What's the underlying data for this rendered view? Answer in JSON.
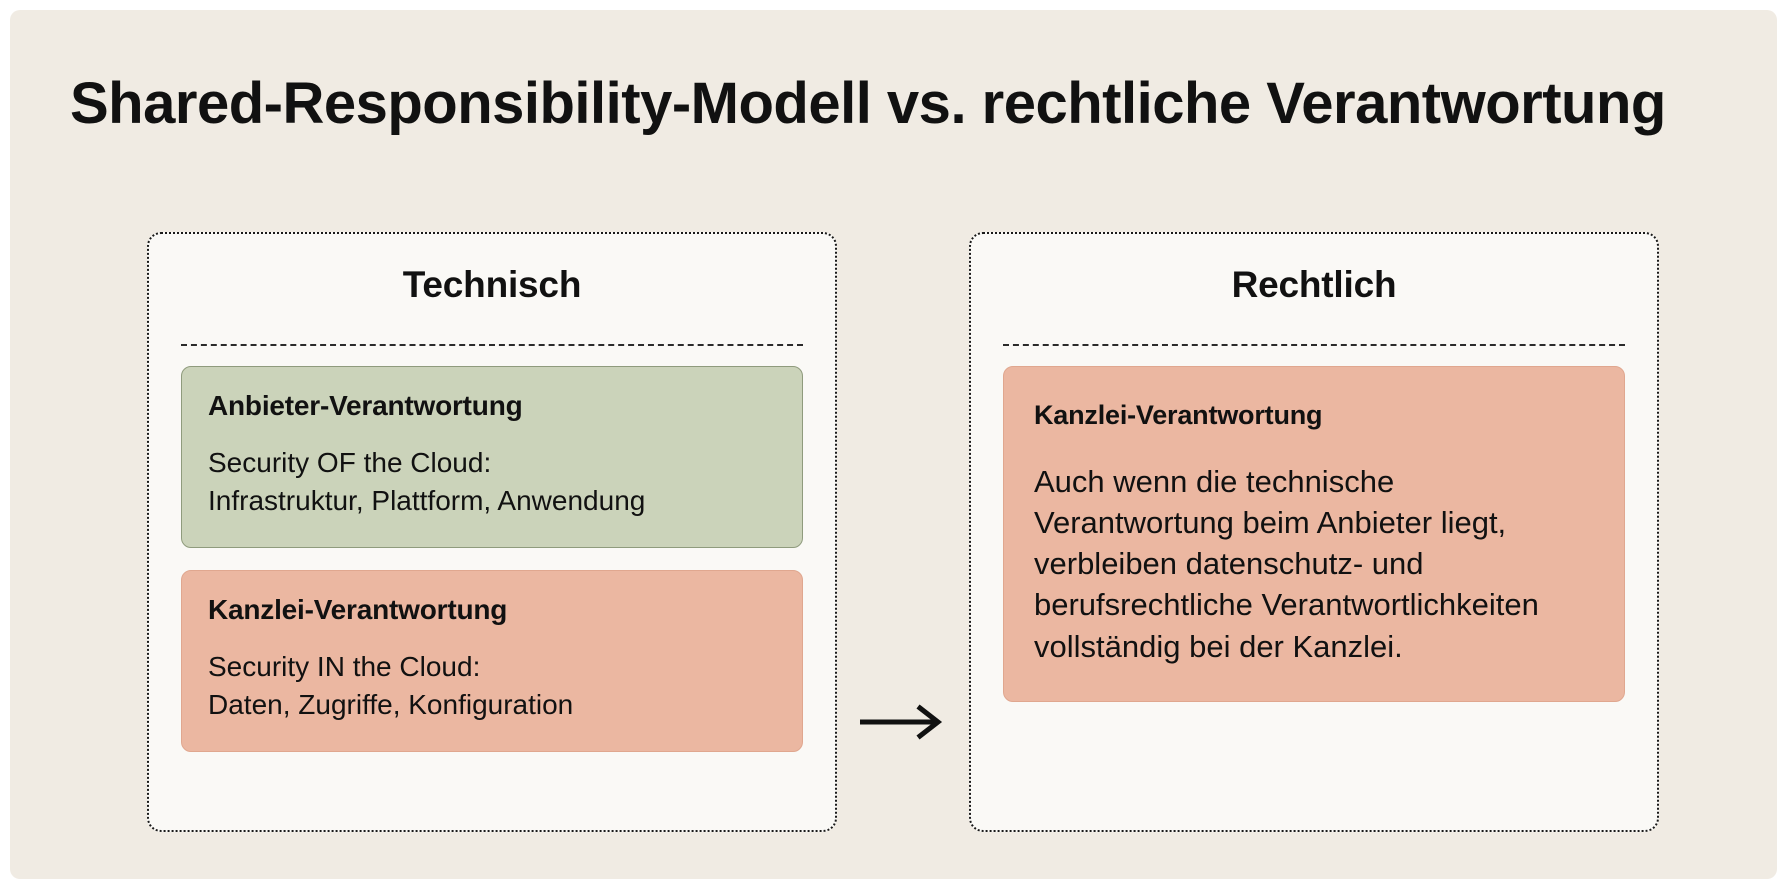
{
  "title": "Shared-Responsibility-Modell vs. rechtliche Verantwortung",
  "colors": {
    "background": "#F0EBE3",
    "panel_fill": "#FAF9F6",
    "card_green": "#CBD3BA",
    "card_green_border": "#8F9B7D",
    "card_salmon": "#EBB7A1",
    "text": "#111111",
    "border": "#1A1A1A"
  },
  "panels": [
    {
      "heading": "Technisch",
      "cards": [
        {
          "tone": "green",
          "title": "Anbieter-Verantwortung",
          "text": "Security OF the Cloud:\nInfrastruktur, Plattform, Anwendung"
        },
        {
          "tone": "salmon",
          "title": "Kanzlei-Verantwortung",
          "text": "Security IN the Cloud:\nDaten, Zugriffe, Konfiguration"
        }
      ]
    },
    {
      "heading": "Rechtlich",
      "cards": [
        {
          "tone": "salmon",
          "title": "Kanzlei-Verantwortung",
          "text": "Auch wenn die technische Verantwortung beim Anbieter liegt, verbleiben datenschutz- und berufsrechtliche Verantwortlichkeiten vollständig bei der Kanzlei."
        }
      ]
    }
  ],
  "connector": {
    "icon": "arrow-right-icon",
    "direction": "right"
  }
}
